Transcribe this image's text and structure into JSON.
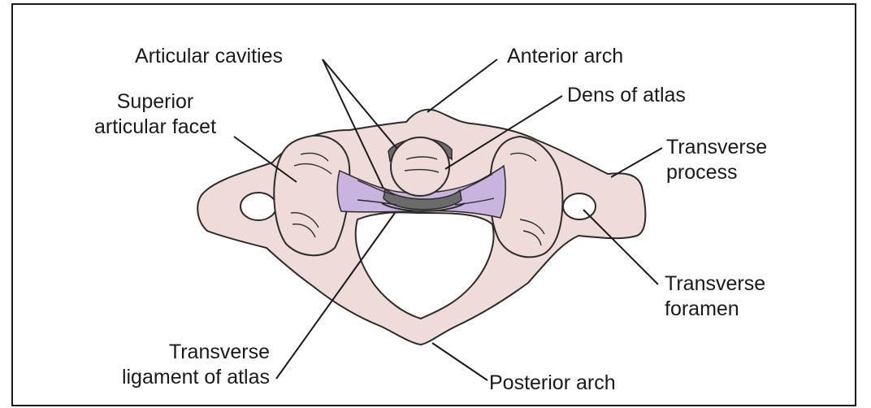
{
  "colors": {
    "bone": "#efdcd8",
    "bone_outline": "#2b2b2b",
    "ligament": "#c9b3df",
    "ink": "#1a1a1a",
    "background": "#ffffff"
  },
  "labels": {
    "articular_cavities": "Articular cavities",
    "anterior_arch": "Anterior arch",
    "dens_of_atlas": "Dens of atlas",
    "superior_facet_line1": "Superior",
    "superior_facet_line2": "articular facet",
    "transverse_process_line1": "Transverse",
    "transverse_process_line2": "process",
    "transverse_foramen_line1": "Transverse",
    "transverse_foramen_line2": "foramen",
    "transverse_ligament_line1": "Transverse",
    "transverse_ligament_line2": "ligament of atlas",
    "posterior_arch": "Posterior arch"
  }
}
